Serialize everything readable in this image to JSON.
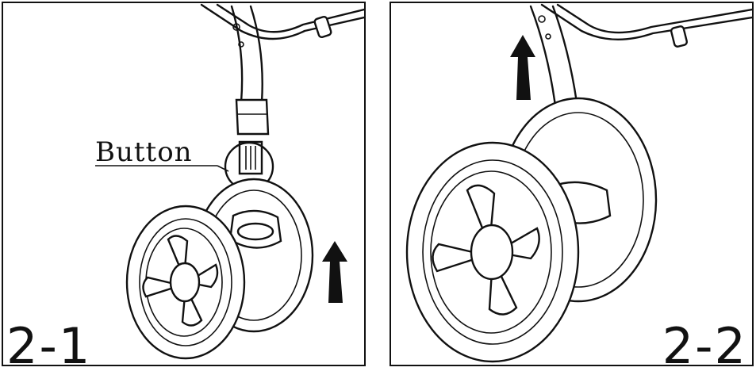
{
  "panels": [
    {
      "step": "2-1",
      "callout": "Button",
      "arrow": "up"
    },
    {
      "step": "2-2",
      "arrow": "up"
    }
  ]
}
